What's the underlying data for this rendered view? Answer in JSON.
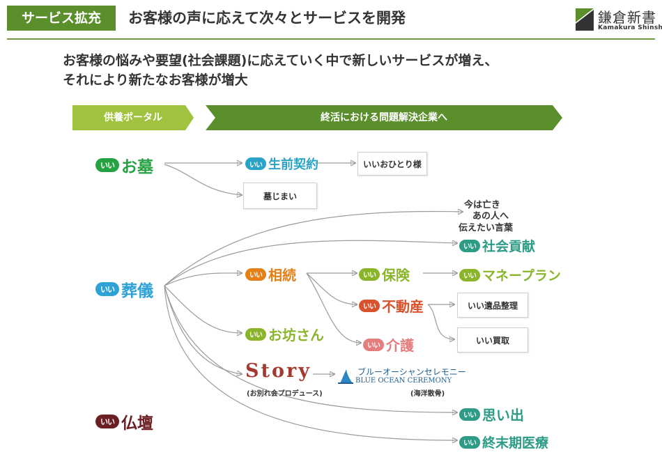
{
  "header": {
    "tag": "サービス拡充",
    "title": "お客様の声に応えて次々とサービスを開発",
    "logo_name": "鎌倉新書",
    "logo_sub": "Kamakura Shinsho"
  },
  "lead": [
    "お客様の悩みや要望(社会課題)に応えていく中で新しいサービスが増え、",
    "それにより新たなお客様が増大"
  ],
  "phases": [
    "供養ポータル",
    "終活における問題解決企業へ"
  ],
  "colors": {
    "brand_green": "#5a8f2b",
    "light_green": "#9fc23f",
    "ohaka": "#27a243",
    "sougi": "#2ea1d6",
    "butsudan": "#6b1f24",
    "seizen": "#2aa3c7",
    "souzoku": "#e57f18",
    "hoken": "#8ab52b",
    "fudousan": "#d8532d",
    "kaigo": "#e57d7d",
    "obousan": "#8ab52b",
    "money": "#8ab52b",
    "shakai": "#2e9b86",
    "omoide": "#2e9b86",
    "shumatsu": "#2e9b86",
    "story": "#a23a32",
    "blue_ocean": "#1f5d8c",
    "connector": "#9a9a9a"
  },
  "badge_text": "いい",
  "services": {
    "ohaka": "お墓",
    "sougi": "葬儀",
    "butsudan": "仏壇",
    "seizen": "生前契約",
    "souzoku": "相続",
    "hoken": "保険",
    "fudousan": "不動産",
    "kaigo": "介護",
    "obousan": "お坊さん",
    "money": "マネープラン",
    "shakai": "社会貢献",
    "omoide": "思い出",
    "shumatsu": "終末期医療"
  },
  "boxes": {
    "ohitori": "いいおひとり様",
    "hakajimai": "墓じまい",
    "ihin": "いい遺品整理",
    "kaitori": "いい買取"
  },
  "story": {
    "word": "Story",
    "sub": "(お別れ会プロデュース)"
  },
  "blue_ocean": {
    "kana": "ブルーオーシャンセレモニー",
    "en": "BLUE OCEAN CEREMONY",
    "note": "(海洋散骨)"
  },
  "message": [
    "今は亡き",
    "あの人へ",
    "伝えたい言葉"
  ]
}
